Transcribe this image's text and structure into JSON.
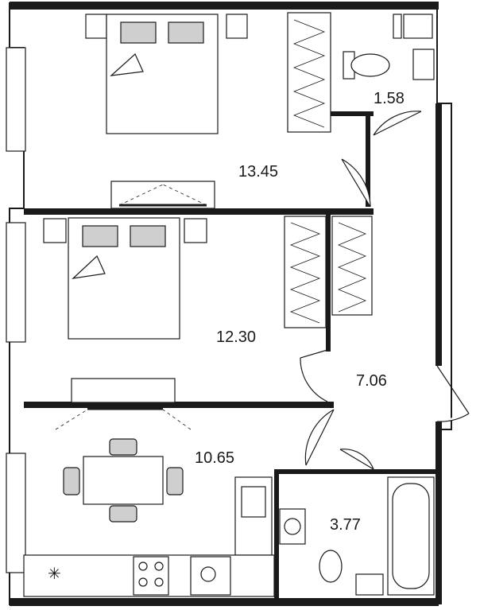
{
  "plan": {
    "rooms": [
      {
        "id": "bedroom-1",
        "area": "13.45"
      },
      {
        "id": "bathroom-small",
        "area": "1.58"
      },
      {
        "id": "bedroom-2",
        "area": "12.30"
      },
      {
        "id": "hallway",
        "area": "7.06"
      },
      {
        "id": "kitchen-living",
        "area": "10.65"
      },
      {
        "id": "bathroom",
        "area": "3.77"
      }
    ],
    "symbols": {
      "ventilation": "✳"
    },
    "colors": {
      "line": "#1a1a1a",
      "background": "#ffffff",
      "furniture_grey": "#cfcfcf"
    }
  }
}
